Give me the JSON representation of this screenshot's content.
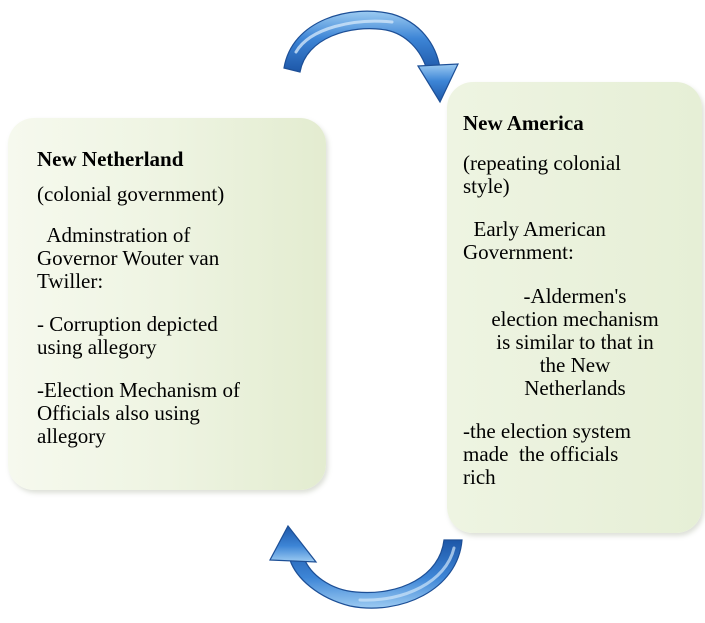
{
  "left_box": {
    "title": "New Netherland",
    "subtitle": "(colonial government)",
    "administration": [
      "  Adminstration of",
      "Governor Wouter van",
      "Twiller:"
    ],
    "point_1": [
      "- Corruption depicted",
      "using allegory"
    ],
    "point_2": [
      "-Election Mechanism of",
      "Officials also using",
      "allegory"
    ]
  },
  "right_box": {
    "title": "New America",
    "subtitle": [
      "(repeating colonial",
      "style)"
    ],
    "heading": [
      "  Early American",
      "Government:"
    ],
    "point_1": [
      "-Aldermen's",
      "election mechanism",
      "is similar to that in",
      "the New",
      "Netherlands"
    ],
    "point_2": [
      "-the election system",
      "made  the officials",
      "rich"
    ]
  },
  "colors": {
    "panel_fill": "#e9f1da",
    "arrow_blue": "#2f6fc4",
    "arrow_light": "#8fc0ec"
  },
  "icons": {
    "top_arrow": "curved-arrow-right-icon",
    "bottom_arrow": "curved-arrow-left-icon"
  }
}
